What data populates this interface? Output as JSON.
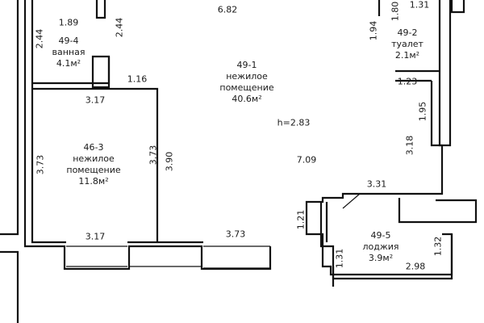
{
  "rooms": {
    "r1": {
      "num": "49-1",
      "name1": "нежилое",
      "name2": "помещение",
      "area": "40.6м²"
    },
    "r2": {
      "num": "49-2",
      "name1": "туалет",
      "area": "2.1м²"
    },
    "r3": {
      "num": "46-3",
      "name1": "нежилое",
      "name2": "помещение",
      "area": "11.8м²"
    },
    "r4": {
      "num": "49-4",
      "name1": "ванная",
      "area": "4.1м²"
    },
    "r5": {
      "num": "49-5",
      "name1": "лоджия",
      "area": "3.9м²"
    }
  },
  "height_label": "h=2.83",
  "dims": {
    "d682": "6.82",
    "d189": "1.89",
    "d244a": "2.44",
    "d244b": "2.44",
    "d131": "1.31",
    "d180": "1.80",
    "d194": "1.94",
    "d123": "1.23",
    "d116": "1.16",
    "d317a": "3.17",
    "d373a": "3.73",
    "d373b": "3.73",
    "d390": "3.90",
    "d195": "1.95",
    "d318": "3.18",
    "d709": "7.09",
    "d331": "3.31",
    "d121": "1.21",
    "d317b": "3.17",
    "d373c": "3.73",
    "d131b": "1.31",
    "d132": "1.32",
    "d298": "2.98"
  }
}
